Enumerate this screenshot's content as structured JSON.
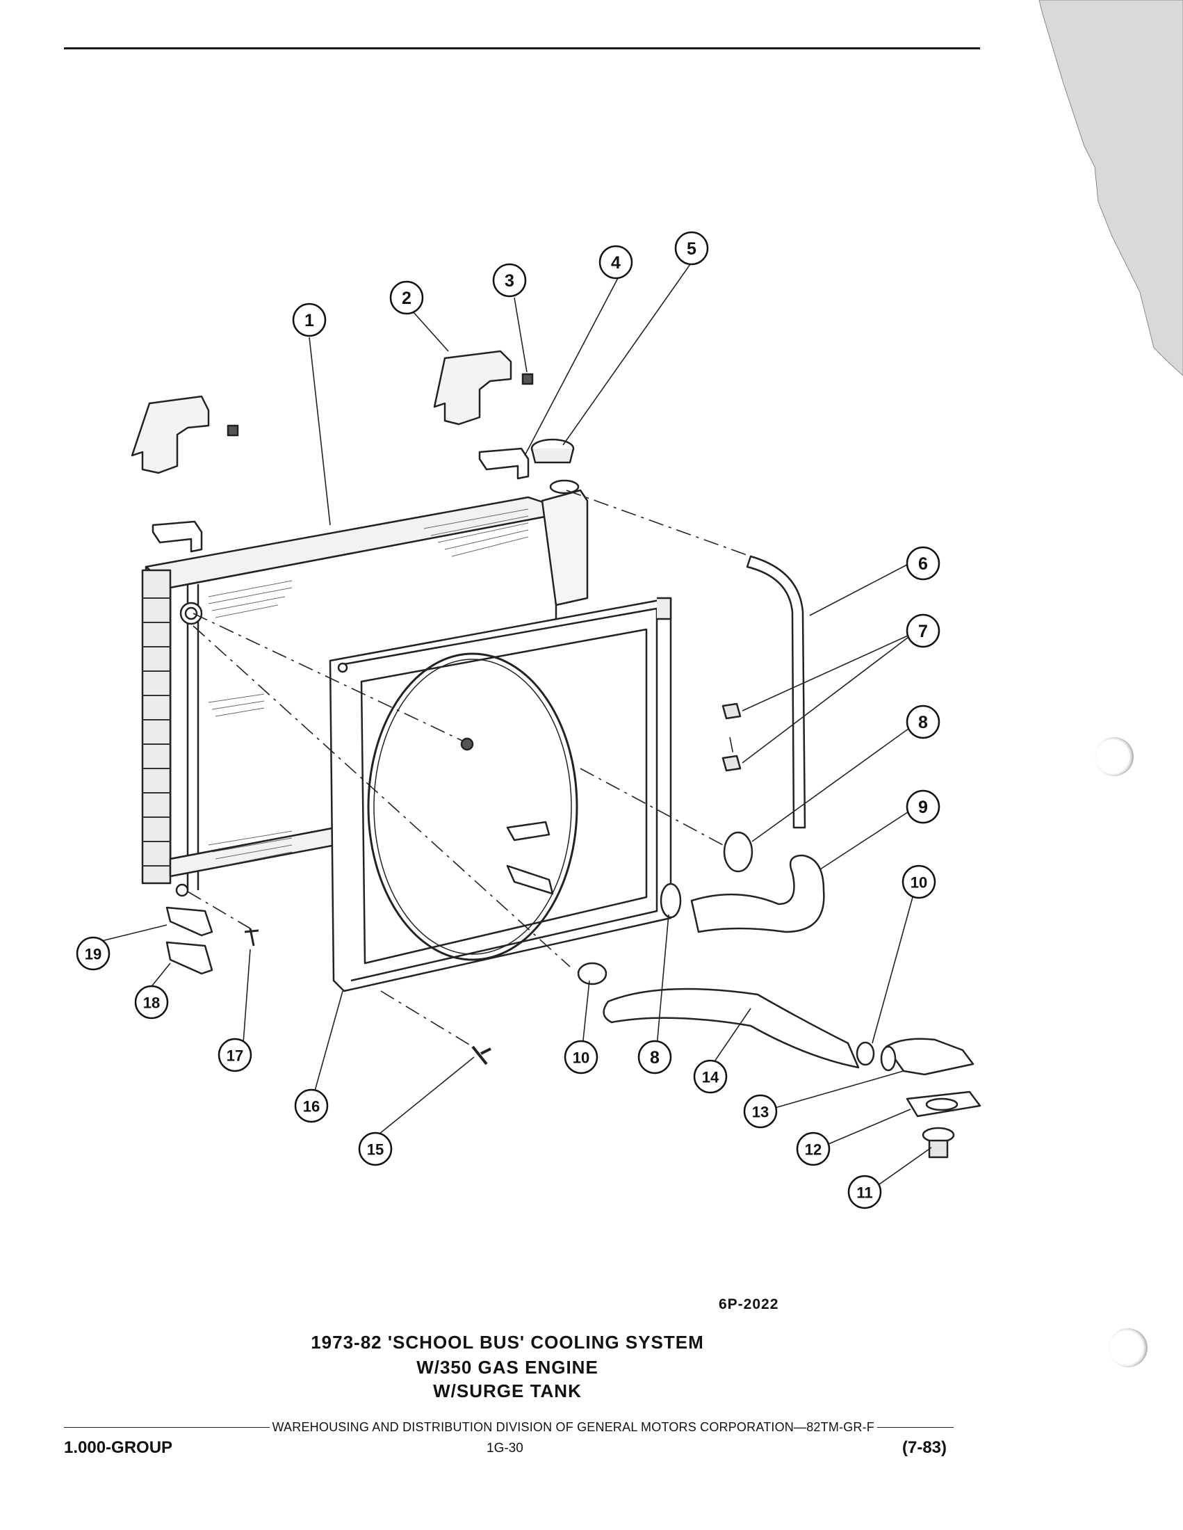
{
  "callouts": [
    "1",
    "2",
    "3",
    "4",
    "5",
    "6",
    "7",
    "8",
    "9",
    "10",
    "10",
    "8",
    "11",
    "12",
    "13",
    "14",
    "15",
    "16",
    "17",
    "18",
    "19"
  ],
  "figure_code": "6P-2022",
  "caption": {
    "line1": "1973-82 'SCHOOL BUS' COOLING SYSTEM",
    "line2": "W/350 GAS ENGINE",
    "line3": "W/SURGE TANK"
  },
  "footer": {
    "distribution": "WAREHOUSING AND DISTRIBUTION  DIVISION OF GENERAL MOTORS CORPORATION—82TM-GR-F",
    "group": "1.000-GROUP",
    "page": "1G-30",
    "date": "(7-83)"
  }
}
